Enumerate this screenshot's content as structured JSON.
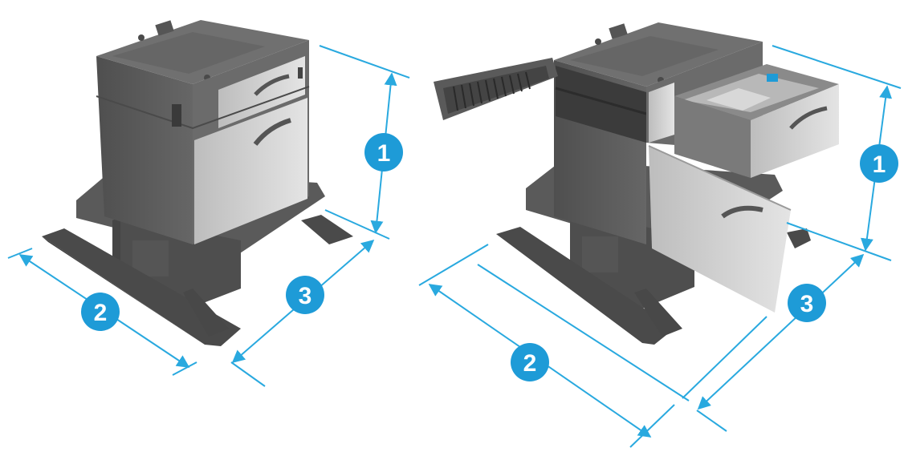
{
  "figure": {
    "closed_view": {
      "callouts": [
        {
          "number": "1",
          "meaning": "height"
        },
        {
          "number": "2",
          "meaning": "width"
        },
        {
          "number": "3",
          "meaning": "depth"
        }
      ]
    },
    "open_view": {
      "callouts": [
        {
          "number": "1",
          "meaning": "height"
        },
        {
          "number": "2",
          "meaning": "width"
        },
        {
          "number": "3",
          "meaning": "depth"
        }
      ]
    },
    "colors": {
      "dimension_line": "#29a9df",
      "callout_fill": "#1e9bd7",
      "callout_text": "#ffffff",
      "body_dark": "#5b5b5b",
      "body_mid": "#6e6e6e",
      "panel_light": "#cfcfcf",
      "base_dark": "#4d4d4d"
    }
  }
}
